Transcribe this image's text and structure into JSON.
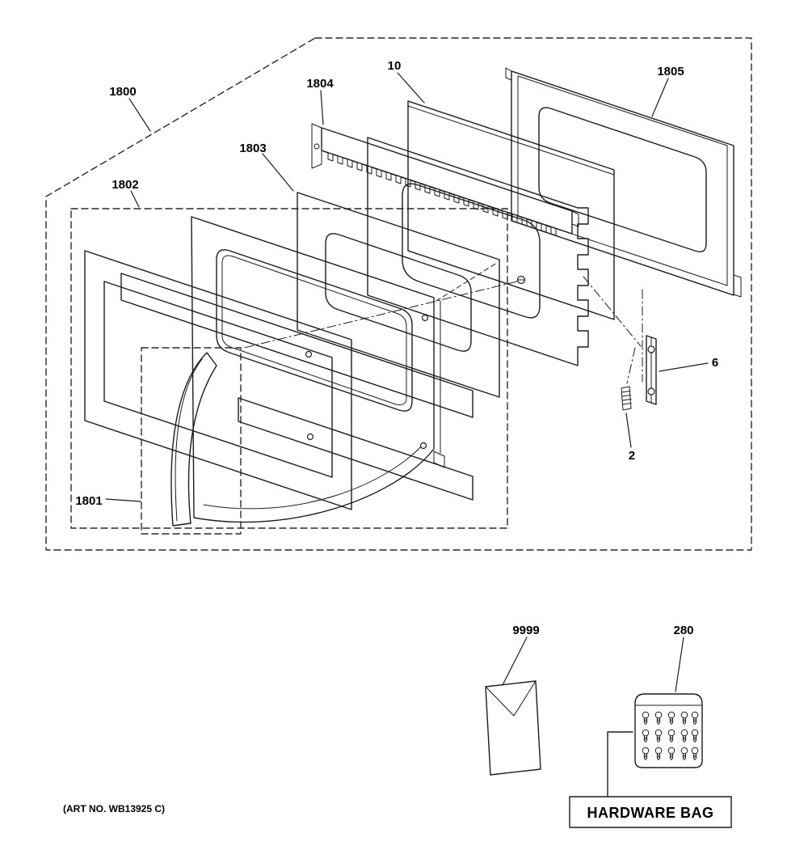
{
  "diagram": {
    "callouts": {
      "c1800": "1800",
      "c1801": "1801",
      "c1802": "1802",
      "c1803": "1803",
      "c1804": "1804",
      "c10": "10",
      "c1805": "1805",
      "c6": "6",
      "c2": "2",
      "c9999": "9999",
      "c280": "280"
    },
    "hardware_bag": {
      "label": "HARDWARE BAG"
    },
    "footer": {
      "art_no": "(ART NO. WB13925 C)"
    }
  }
}
